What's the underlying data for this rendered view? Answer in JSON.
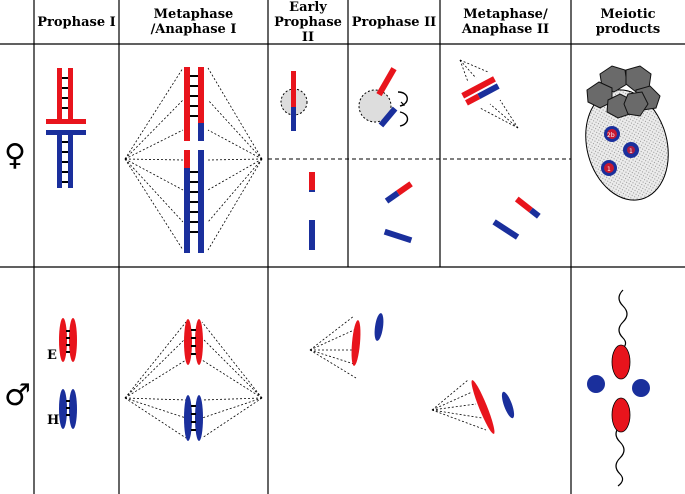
{
  "headers": {
    "prophase1": "Prophase I",
    "metaphase_anaphase1": "Metaphase /Anaphase I",
    "early_prophase2_line1": "Early",
    "early_prophase2_line2": "Prophase II",
    "prophase2": "Prophase II",
    "metaphase_anaphase2_line1": "Metaphase/",
    "metaphase_anaphase2_line2": "Anaphase II",
    "meiotic_products": "Meiotic products"
  },
  "rows": {
    "female_symbol": "♀",
    "male_symbol": "♂"
  },
  "labels": {
    "e": "E",
    "h": "H",
    "meiotic_products_female": [
      "2b",
      "1",
      "1"
    ]
  },
  "colors": {
    "red": "#e8141c",
    "blue": "#1a2f9c",
    "grid": "#000000",
    "polar_body": "#6e6e6e",
    "egg_fill": "#dcdcdc"
  }
}
